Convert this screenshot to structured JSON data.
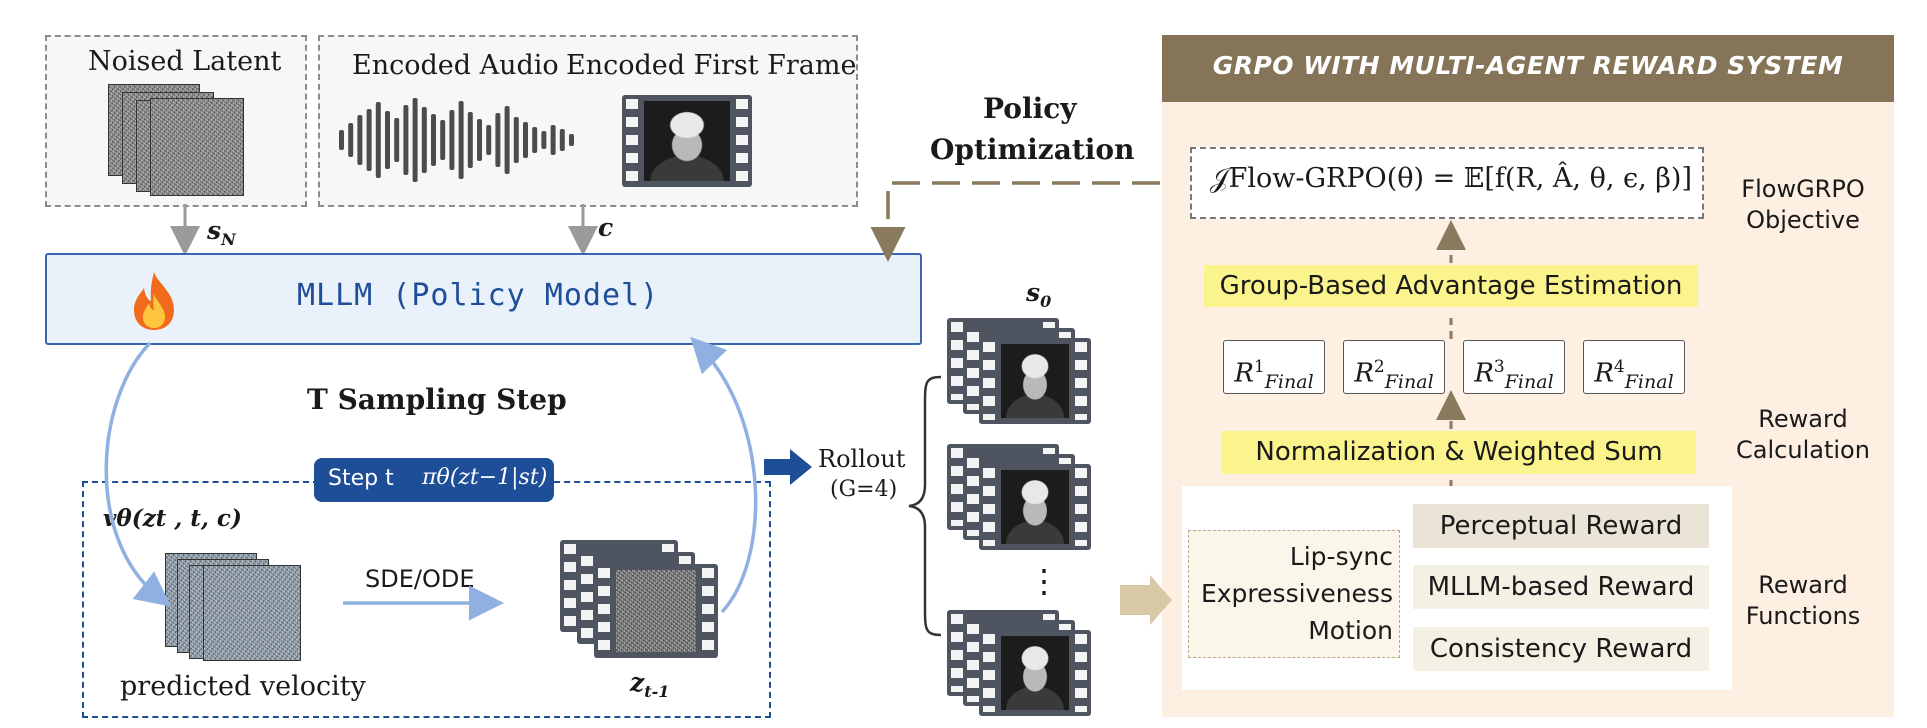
{
  "inputs": {
    "noised_latent": "Noised Latent",
    "encoded_audio": "Encoded Audio",
    "encoded_first_frame": "Encoded First Frame",
    "s_n": "s",
    "s_n_sub": "N",
    "c": "c"
  },
  "policy_model": {
    "label": "MLLM (Policy Model)",
    "policy_optimization": [
      "Policy",
      "Optimization"
    ]
  },
  "sampling": {
    "title": "T Sampling Step",
    "step_label": "Step t",
    "step_formula": "πθ(zt−1|st)",
    "velocity_formula": "vθ(zt , t, c)",
    "predicted_velocity": "predicted velocity",
    "solver": "SDE/ODE",
    "z_prev": "z",
    "z_prev_sub": "t-1"
  },
  "rollout": {
    "s0": "s",
    "s0_sub": "0",
    "label": "Rollout",
    "group": "(G=4)",
    "ellipsis": "⋮"
  },
  "grpo": {
    "header": "GRPO WITH MULTI-AGENT REWARD SYSTEM",
    "objective_formula": "𝒥Flow-GRPO(θ) = 𝔼[f(R, Â, θ, ϵ, β)]",
    "objective_label": [
      "FlowGRPO",
      "Objective"
    ],
    "advantage": "Group-Based Advantage Estimation",
    "rewards": [
      {
        "base": "R",
        "sup": "1",
        "sub": "Final"
      },
      {
        "base": "R",
        "sup": "2",
        "sub": "Final"
      },
      {
        "base": "R",
        "sup": "3",
        "sub": "Final"
      },
      {
        "base": "R",
        "sup": "4",
        "sub": "Final"
      }
    ],
    "normalization": "Normalization & Weighted Sum",
    "reward_calc_label": [
      "Reward",
      "Calculation"
    ],
    "aspects": [
      "Lip-sync",
      "Expressiveness",
      "Motion"
    ],
    "reward_functions": [
      "Perceptual Reward",
      "MLLM-based Reward",
      "Consistency Reward"
    ],
    "reward_functions_label": [
      "Reward",
      "Functions"
    ]
  },
  "colors": {
    "policy_fill": "#e9f1fb",
    "policy_border": "#3a66b0",
    "step_badge": "#1f4e99",
    "loop_arrow": "#8fb0e0",
    "grpo_header": "#857458",
    "grpo_panel": "#fdf0e3",
    "highlight": "#fbf38c",
    "reward_fill": "#e9e4d5"
  },
  "icons": [
    "fire-icon",
    "waveform-icon",
    "film-strip-icon",
    "arrow-right-icon"
  ]
}
